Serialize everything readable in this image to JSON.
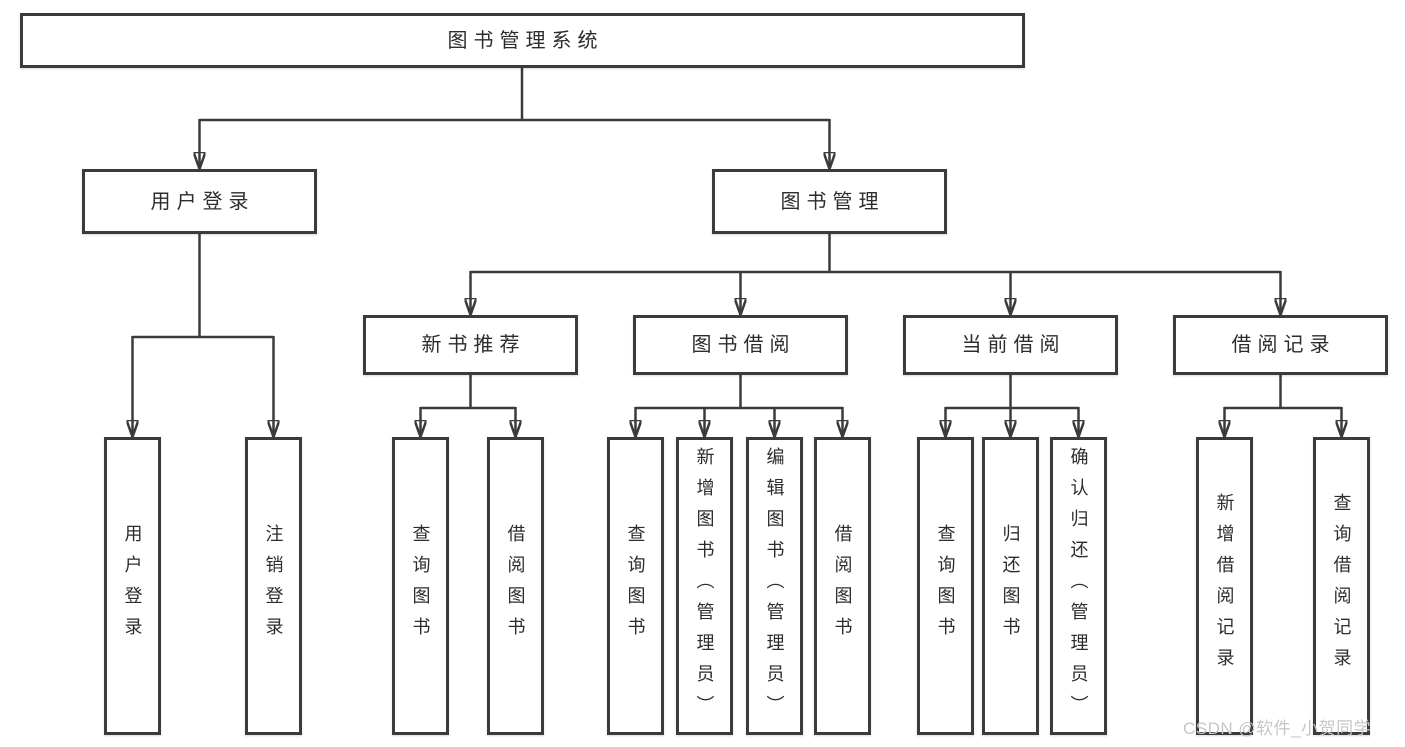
{
  "tree": {
    "label": "图书管理系统",
    "children": [
      {
        "label": "用户登录",
        "children": [
          {
            "label": "用户登录"
          },
          {
            "label": "注销登录"
          }
        ]
      },
      {
        "label": "图书管理",
        "children": [
          {
            "label": "新书推荐",
            "children": [
              {
                "label": "查询图书"
              },
              {
                "label": "借阅图书"
              }
            ]
          },
          {
            "label": "图书借阅",
            "children": [
              {
                "label": "查询图书"
              },
              {
                "label": "新增图书（管理员）"
              },
              {
                "label": "编辑图书（管理员）"
              },
              {
                "label": "借阅图书"
              }
            ]
          },
          {
            "label": "当前借阅",
            "children": [
              {
                "label": "查询图书"
              },
              {
                "label": "归还图书"
              },
              {
                "label": "确认归还（管理员）"
              }
            ]
          },
          {
            "label": "借阅记录",
            "children": [
              {
                "label": "新增借阅记录"
              },
              {
                "label": "查询借阅记录"
              }
            ]
          }
        ]
      }
    ]
  },
  "watermark": {
    "text": "CSDN @软件_小贺同学"
  },
  "colors": {
    "line": "#3b3b3b",
    "text": "#2d2d2d",
    "watermark": "#c6c6c6",
    "background": "#ffffff"
  }
}
